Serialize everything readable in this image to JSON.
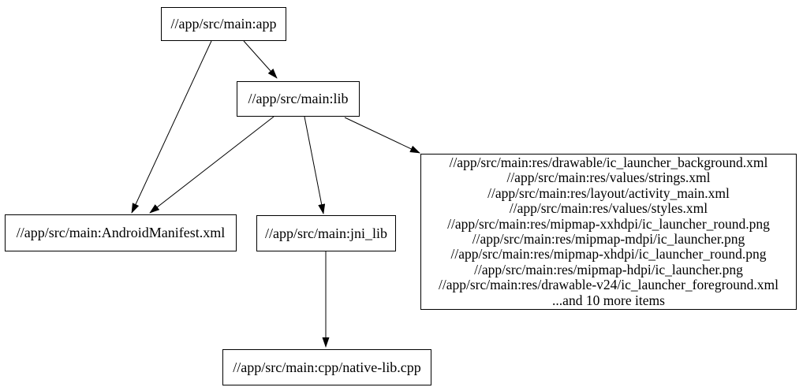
{
  "graph": {
    "background_color": "#ffffff",
    "node_border_color": "#000000",
    "edge_color": "#000000",
    "text_color": "#000000",
    "nodes": {
      "app": {
        "label": "//app/src/main:app"
      },
      "lib": {
        "label": "//app/src/main:lib"
      },
      "android_manifest": {
        "label": "//app/src/main:AndroidManifest.xml"
      },
      "jni_lib": {
        "label": "//app/src/main:jni_lib"
      },
      "res_group": {
        "lines": [
          "//app/src/main:res/drawable/ic_launcher_background.xml",
          "//app/src/main:res/values/strings.xml",
          "//app/src/main:res/layout/activity_main.xml",
          "//app/src/main:res/values/styles.xml",
          "//app/src/main:res/mipmap-xxhdpi/ic_launcher_round.png",
          "//app/src/main:res/mipmap-mdpi/ic_launcher.png",
          "//app/src/main:res/mipmap-xhdpi/ic_launcher_round.png",
          "//app/src/main:res/mipmap-hdpi/ic_launcher.png",
          "//app/src/main:res/drawable-v24/ic_launcher_foreground.xml",
          "...and 10 more items"
        ]
      },
      "native_lib": {
        "label": "//app/src/main:cpp/native-lib.cpp"
      }
    },
    "edges": [
      {
        "from": "app",
        "to": "lib"
      },
      {
        "from": "app",
        "to": "android_manifest"
      },
      {
        "from": "lib",
        "to": "android_manifest"
      },
      {
        "from": "lib",
        "to": "jni_lib"
      },
      {
        "from": "lib",
        "to": "res_group"
      },
      {
        "from": "jni_lib",
        "to": "native_lib"
      }
    ]
  }
}
